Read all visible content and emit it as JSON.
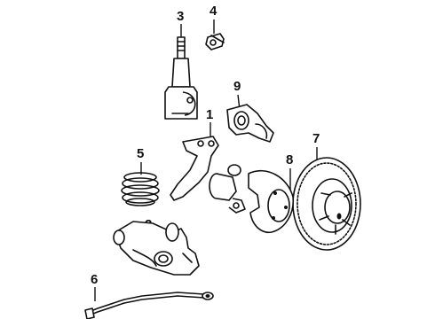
{
  "diagram": {
    "callouts": [
      {
        "id": "strut-assembly",
        "number": "3"
      },
      {
        "id": "strut-mount-bracket",
        "number": "4"
      },
      {
        "id": "caliper",
        "number": "9"
      },
      {
        "id": "steering-knuckle",
        "number": "1"
      },
      {
        "id": "coil-spring",
        "number": "5"
      },
      {
        "id": "brake-rotor",
        "number": "7"
      },
      {
        "id": "splash-shield",
        "number": "8"
      },
      {
        "id": "lower-control-arm",
        "number": "2"
      },
      {
        "id": "stabilizer-bar",
        "number": "6"
      }
    ]
  }
}
